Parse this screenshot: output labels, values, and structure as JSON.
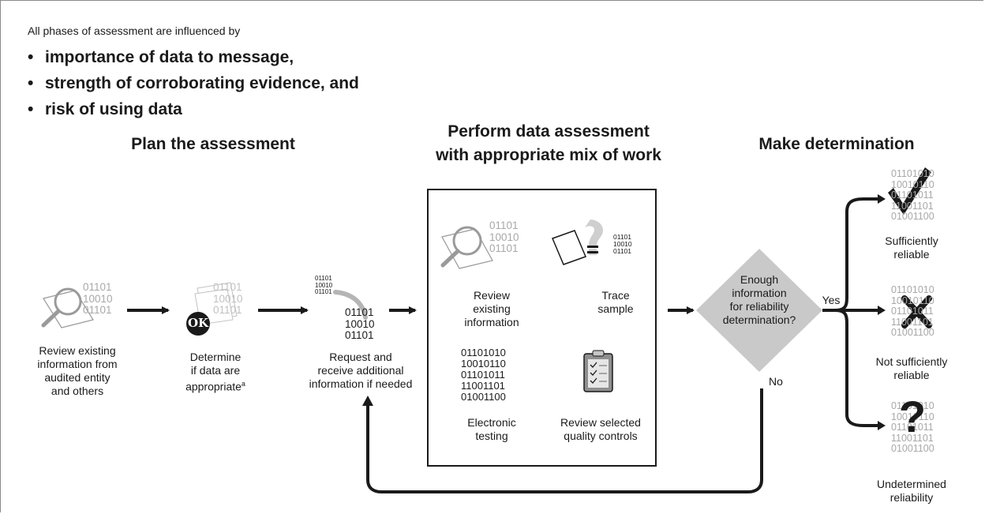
{
  "intro": "All phases of assessment are influenced by",
  "bullets": [
    "importance of data to message,",
    "strength of corroborating evidence, and",
    "risk of using data"
  ],
  "bullet_char": "•",
  "headings": {
    "plan": "Plan the assessment",
    "perform_line1": "Perform data assessment",
    "perform_line2": "with appropriate mix of work",
    "determine": "Make determination"
  },
  "steps": {
    "review_line1": "Review existing",
    "review_line2": "information from",
    "review_line3": "audited entity",
    "review_line4": "and others",
    "determine_line1": "Determine",
    "determine_line2": "if data are",
    "determine_line3": "appropriate",
    "determine_footnote": "a",
    "request_line1": "Request and",
    "request_line2": "receive additional",
    "request_line3": "information if needed"
  },
  "ok_badge": "OK",
  "work": {
    "review_line1": "Review",
    "review_line2": "existing",
    "review_line3": "information",
    "trace_line1": "Trace",
    "trace_line2": "sample",
    "electronic_line1": "Electronic",
    "electronic_line2": "testing",
    "controls_line1": "Review selected",
    "controls_line2": "quality controls"
  },
  "decision": {
    "line1": "Enough",
    "line2": "information",
    "line3": "for reliability",
    "line4": "determination?",
    "yes": "Yes",
    "no": "No"
  },
  "outcomes": {
    "sufficient_line1": "Sufficiently",
    "sufficient_line2": "reliable",
    "not_line1": "Not sufficiently",
    "not_line2": "reliable",
    "undetermined_line1": "Undetermined",
    "undetermined_line2": "reliability",
    "question_mark": "?"
  },
  "binary": {
    "three_rows": "01101\n10010\n01101",
    "five_rows": "01101010\n10010110\n01101011\n11001101\n01001100",
    "small": "01101\n10010\n01101"
  },
  "colors": {
    "ink": "#1a1a1a",
    "gray_digits": "#a8a8a8",
    "diamond": "#c9c9c9",
    "icon_gray": "#9a9a9a"
  }
}
